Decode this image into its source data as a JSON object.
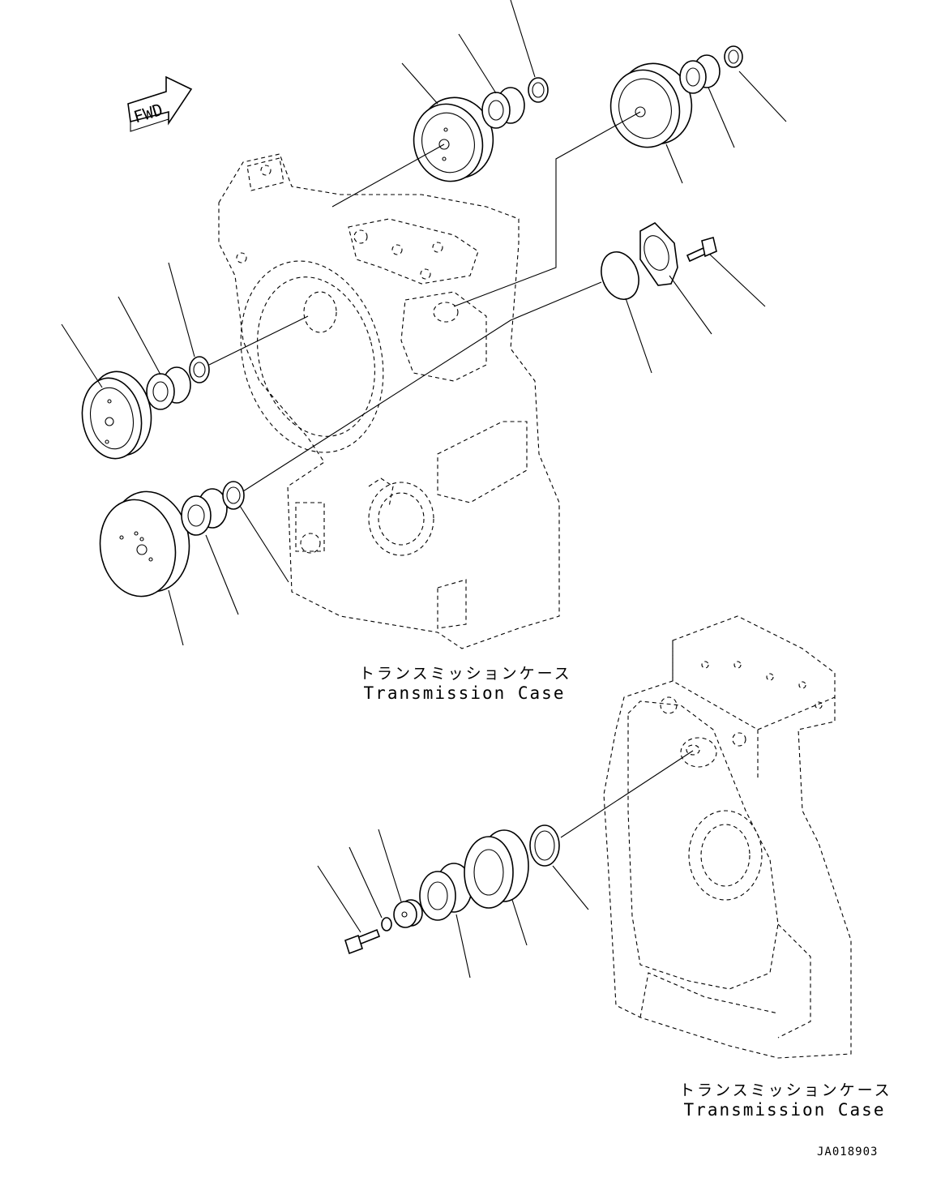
{
  "orientation": {
    "arrow_label": "FWD"
  },
  "labels": {
    "upper_case": {
      "jp": "トランスミッションケース",
      "en": "Transmission Case"
    },
    "lower_case": {
      "jp": "トランスミッションケース",
      "en": "Transmission Case"
    }
  },
  "drawing_code": "JA018903"
}
